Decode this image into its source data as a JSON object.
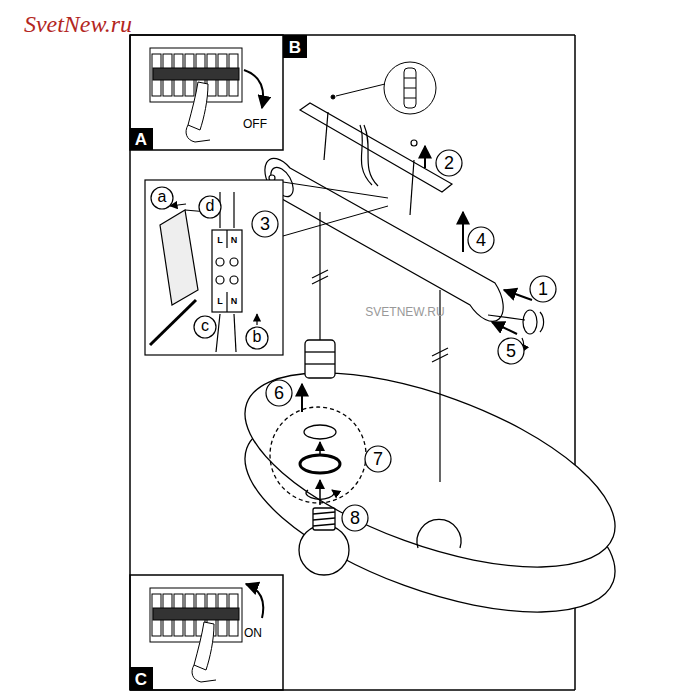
{
  "diagram": {
    "labels": [
      "SvetNew.ru",
      "B",
      "A",
      "OFF",
      "a",
      "d",
      "3",
      "L",
      "N",
      "L",
      "N",
      "c",
      "b",
      "2",
      "4",
      "1",
      "5",
      "6",
      "7",
      "8",
      "SVETNEW.RU",
      "C",
      "ON"
    ]
  }
}
